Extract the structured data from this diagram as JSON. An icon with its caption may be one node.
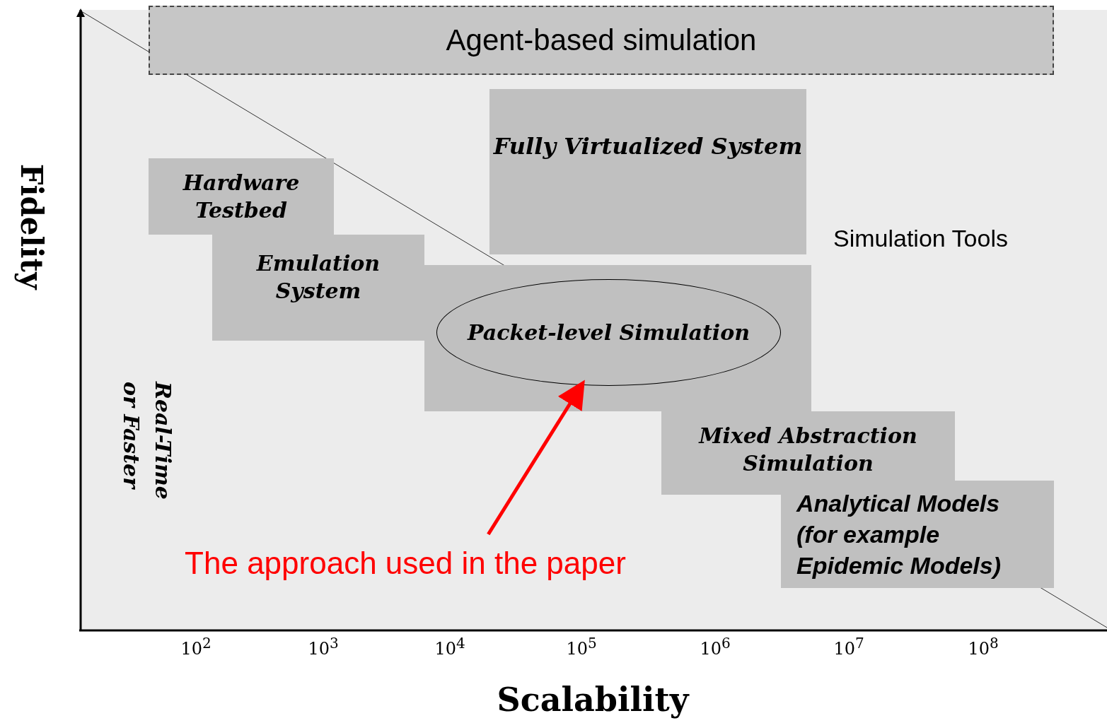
{
  "diagram": {
    "nodes": [
      {
        "text": [
          "Agent-based simulation"
        ]
      },
      {
        "text": [
          "Fully Virtualized System"
        ]
      },
      {
        "text": [
          "Hardware Testbed"
        ]
      },
      {
        "text": [
          "Emulation System"
        ]
      },
      {
        "text": [],
        "shape": "box"
      },
      {
        "text": [
          "Packet-level Simulation"
        ],
        "in": 4
      },
      {
        "text": [
          "Mixed Abstraction Simulation"
        ]
      },
      {
        "text": [
          "Analytical Models (for example Epidemic Models)"
        ]
      },
      {
        "text": [
          "The approach used in the paper"
        ]
      }
    ],
    "edges": [
      {
        "from": 8,
        "to": 5,
        "arrow": "to",
        "color": "#ff0000"
      }
    ],
    "labels": [
      "Simulation Tools",
      "Fidelity",
      "Real-Time or Faster",
      "10$^{2}$",
      "10$^{3}$",
      "10$^{4}$",
      "10$^{5}$",
      "10$^{6}$",
      "10$^{7}$",
      "10$^{8}$",
      "Scalability"
    ]
  }
}
